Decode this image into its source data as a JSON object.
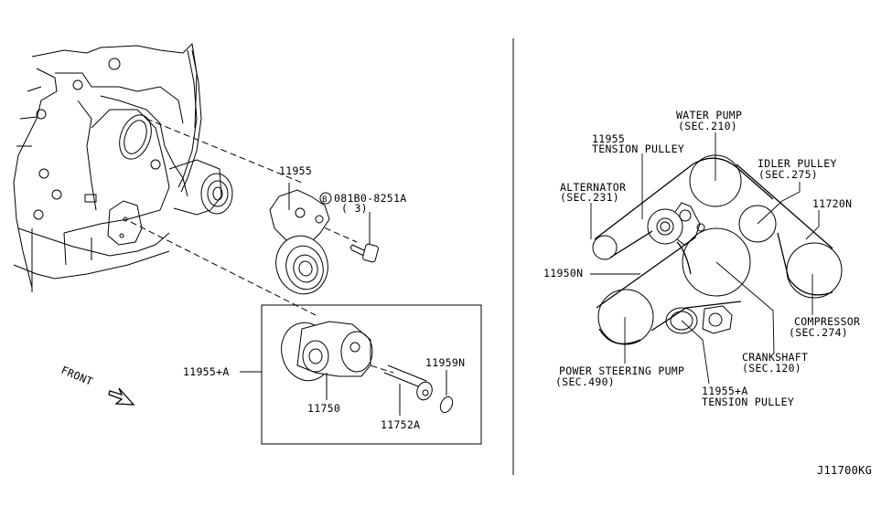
{
  "diagram": {
    "title": "Drive belt & tension pulley parts diagram",
    "code": "J11700KG",
    "left_panel": {
      "front_label": "FRONT",
      "parts": {
        "p11955": "11955",
        "bolt_prefix": "B",
        "bolt_part": "081B0-8251A",
        "bolt_qty": "( 3)",
        "p11955a": "11955+A",
        "p11750": "11750",
        "p11752a": "11752A",
        "p11959n": "11959N"
      }
    },
    "right_panel": {
      "water_pump": {
        "name": "WATER PUMP",
        "sec": "(SEC.210)"
      },
      "tension_pulley_1": {
        "part": "11955",
        "name": "TENSION PULLEY"
      },
      "alternator": {
        "name": "ALTERNATOR",
        "sec": "(SEC.231)"
      },
      "idler_pulley": {
        "name": "IDLER PULLEY",
        "sec": "(SEC.275)"
      },
      "belt_a": "11720N",
      "belt_b": "11950N",
      "compressor": {
        "name": "COMPRESSOR",
        "sec": "(SEC.274)"
      },
      "crankshaft": {
        "name": "CRANKSHAFT",
        "sec": "(SEC.120)"
      },
      "power_steering": {
        "name": "POWER STEERING PUMP",
        "sec": "(SEC.490)"
      },
      "tension_pulley_2": {
        "part": "11955+A",
        "name": "TENSION PULLEY"
      }
    }
  }
}
